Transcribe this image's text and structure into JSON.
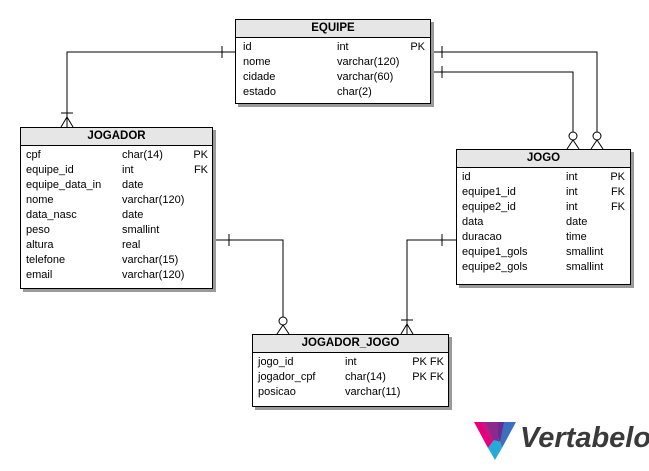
{
  "brand": {
    "name": "Vertabelo"
  },
  "tables": {
    "equipe": {
      "name": "EQUIPE",
      "columns": [
        {
          "name": "id",
          "type": "int",
          "key": "PK"
        },
        {
          "name": "nome",
          "type": "varchar(120)",
          "key": ""
        },
        {
          "name": "cidade",
          "type": "varchar(60)",
          "key": ""
        },
        {
          "name": "estado",
          "type": "char(2)",
          "key": ""
        }
      ]
    },
    "jogador": {
      "name": "JOGADOR",
      "columns": [
        {
          "name": "cpf",
          "type": "char(14)",
          "key": "PK"
        },
        {
          "name": "equipe_id",
          "type": "int",
          "key": "FK"
        },
        {
          "name": "equipe_data_in",
          "type": "date",
          "key": ""
        },
        {
          "name": "nome",
          "type": "varchar(120)",
          "key": ""
        },
        {
          "name": "data_nasc",
          "type": "date",
          "key": ""
        },
        {
          "name": "peso",
          "type": "smallint",
          "key": ""
        },
        {
          "name": "altura",
          "type": "real",
          "key": ""
        },
        {
          "name": "telefone",
          "type": "varchar(15)",
          "key": ""
        },
        {
          "name": "email",
          "type": "varchar(120)",
          "key": ""
        }
      ]
    },
    "jogo": {
      "name": "JOGO",
      "columns": [
        {
          "name": "id",
          "type": "int",
          "key": "PK"
        },
        {
          "name": "equipe1_id",
          "type": "int",
          "key": "FK"
        },
        {
          "name": "equipe2_id",
          "type": "int",
          "key": "FK"
        },
        {
          "name": "data",
          "type": "date",
          "key": ""
        },
        {
          "name": "duracao",
          "type": "time",
          "key": ""
        },
        {
          "name": "equipe1_gols",
          "type": "smallint",
          "key": ""
        },
        {
          "name": "equipe2_gols",
          "type": "smallint",
          "key": ""
        }
      ]
    },
    "jogador_jogo": {
      "name": "JOGADOR_JOGO",
      "columns": [
        {
          "name": "jogo_id",
          "type": "int",
          "key": "PK FK"
        },
        {
          "name": "jogador_cpf",
          "type": "char(14)",
          "key": "PK FK"
        },
        {
          "name": "posicao",
          "type": "varchar(11)",
          "key": ""
        }
      ]
    }
  },
  "relationships": [
    {
      "from": "equipe",
      "to": "jogador",
      "from_cardinality": "one",
      "to_cardinality": "one-or-many"
    },
    {
      "from": "equipe",
      "to": "jogo",
      "from_cardinality": "one",
      "to_cardinality": "zero-or-many"
    },
    {
      "from": "equipe",
      "to": "jogo",
      "from_cardinality": "one",
      "to_cardinality": "zero-or-many"
    },
    {
      "from": "jogador",
      "to": "jogador_jogo",
      "from_cardinality": "one",
      "to_cardinality": "zero-or-many"
    },
    {
      "from": "jogo",
      "to": "jogador_jogo",
      "from_cardinality": "one",
      "to_cardinality": "one-or-many"
    }
  ],
  "colors": {
    "header_bg": "#e6e6e6",
    "border": "#000000",
    "shadow": "#9a9a9a",
    "logo_text": "#3a3a3a",
    "logo_pink": "#e6007e",
    "logo_purple": "#6a2c91",
    "logo_blue": "#2aa8d8"
  }
}
